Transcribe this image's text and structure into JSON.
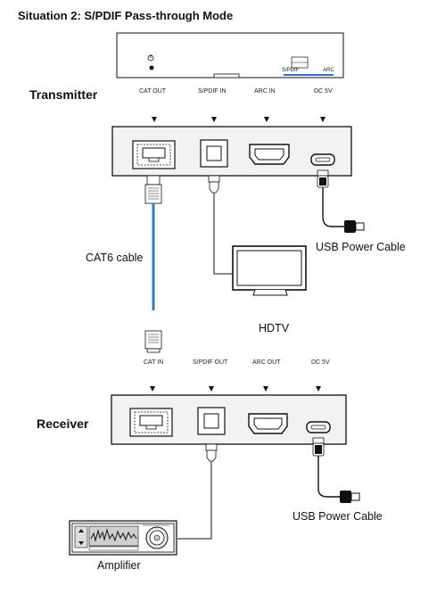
{
  "title": "Situation 2: S/PDIF Pass-through Mode",
  "transmitter": {
    "label": "Transmitter",
    "switch_left": "S/PDIF",
    "switch_right": "ARC",
    "ports": [
      "CAT OUT",
      "S/PDIF IN",
      "ARC IN",
      "DC 5V"
    ]
  },
  "receiver": {
    "label": "Receiver",
    "ports": [
      "CAT IN",
      "S/PDIF OUT",
      "ARC OUT",
      "DC 5V"
    ]
  },
  "labels": {
    "cat6": "CAT6 cable",
    "usb_tx": "USB Power Cable",
    "usb_rx": "USB Power Cable",
    "hdtv": "HDTV",
    "amplifier": "Amplifier"
  },
  "colors": {
    "cat6_cable": "#2e7fc0",
    "switch_accent": "#2f6fd6",
    "device_fill": "#f2f2f2",
    "outline": "#111111"
  }
}
